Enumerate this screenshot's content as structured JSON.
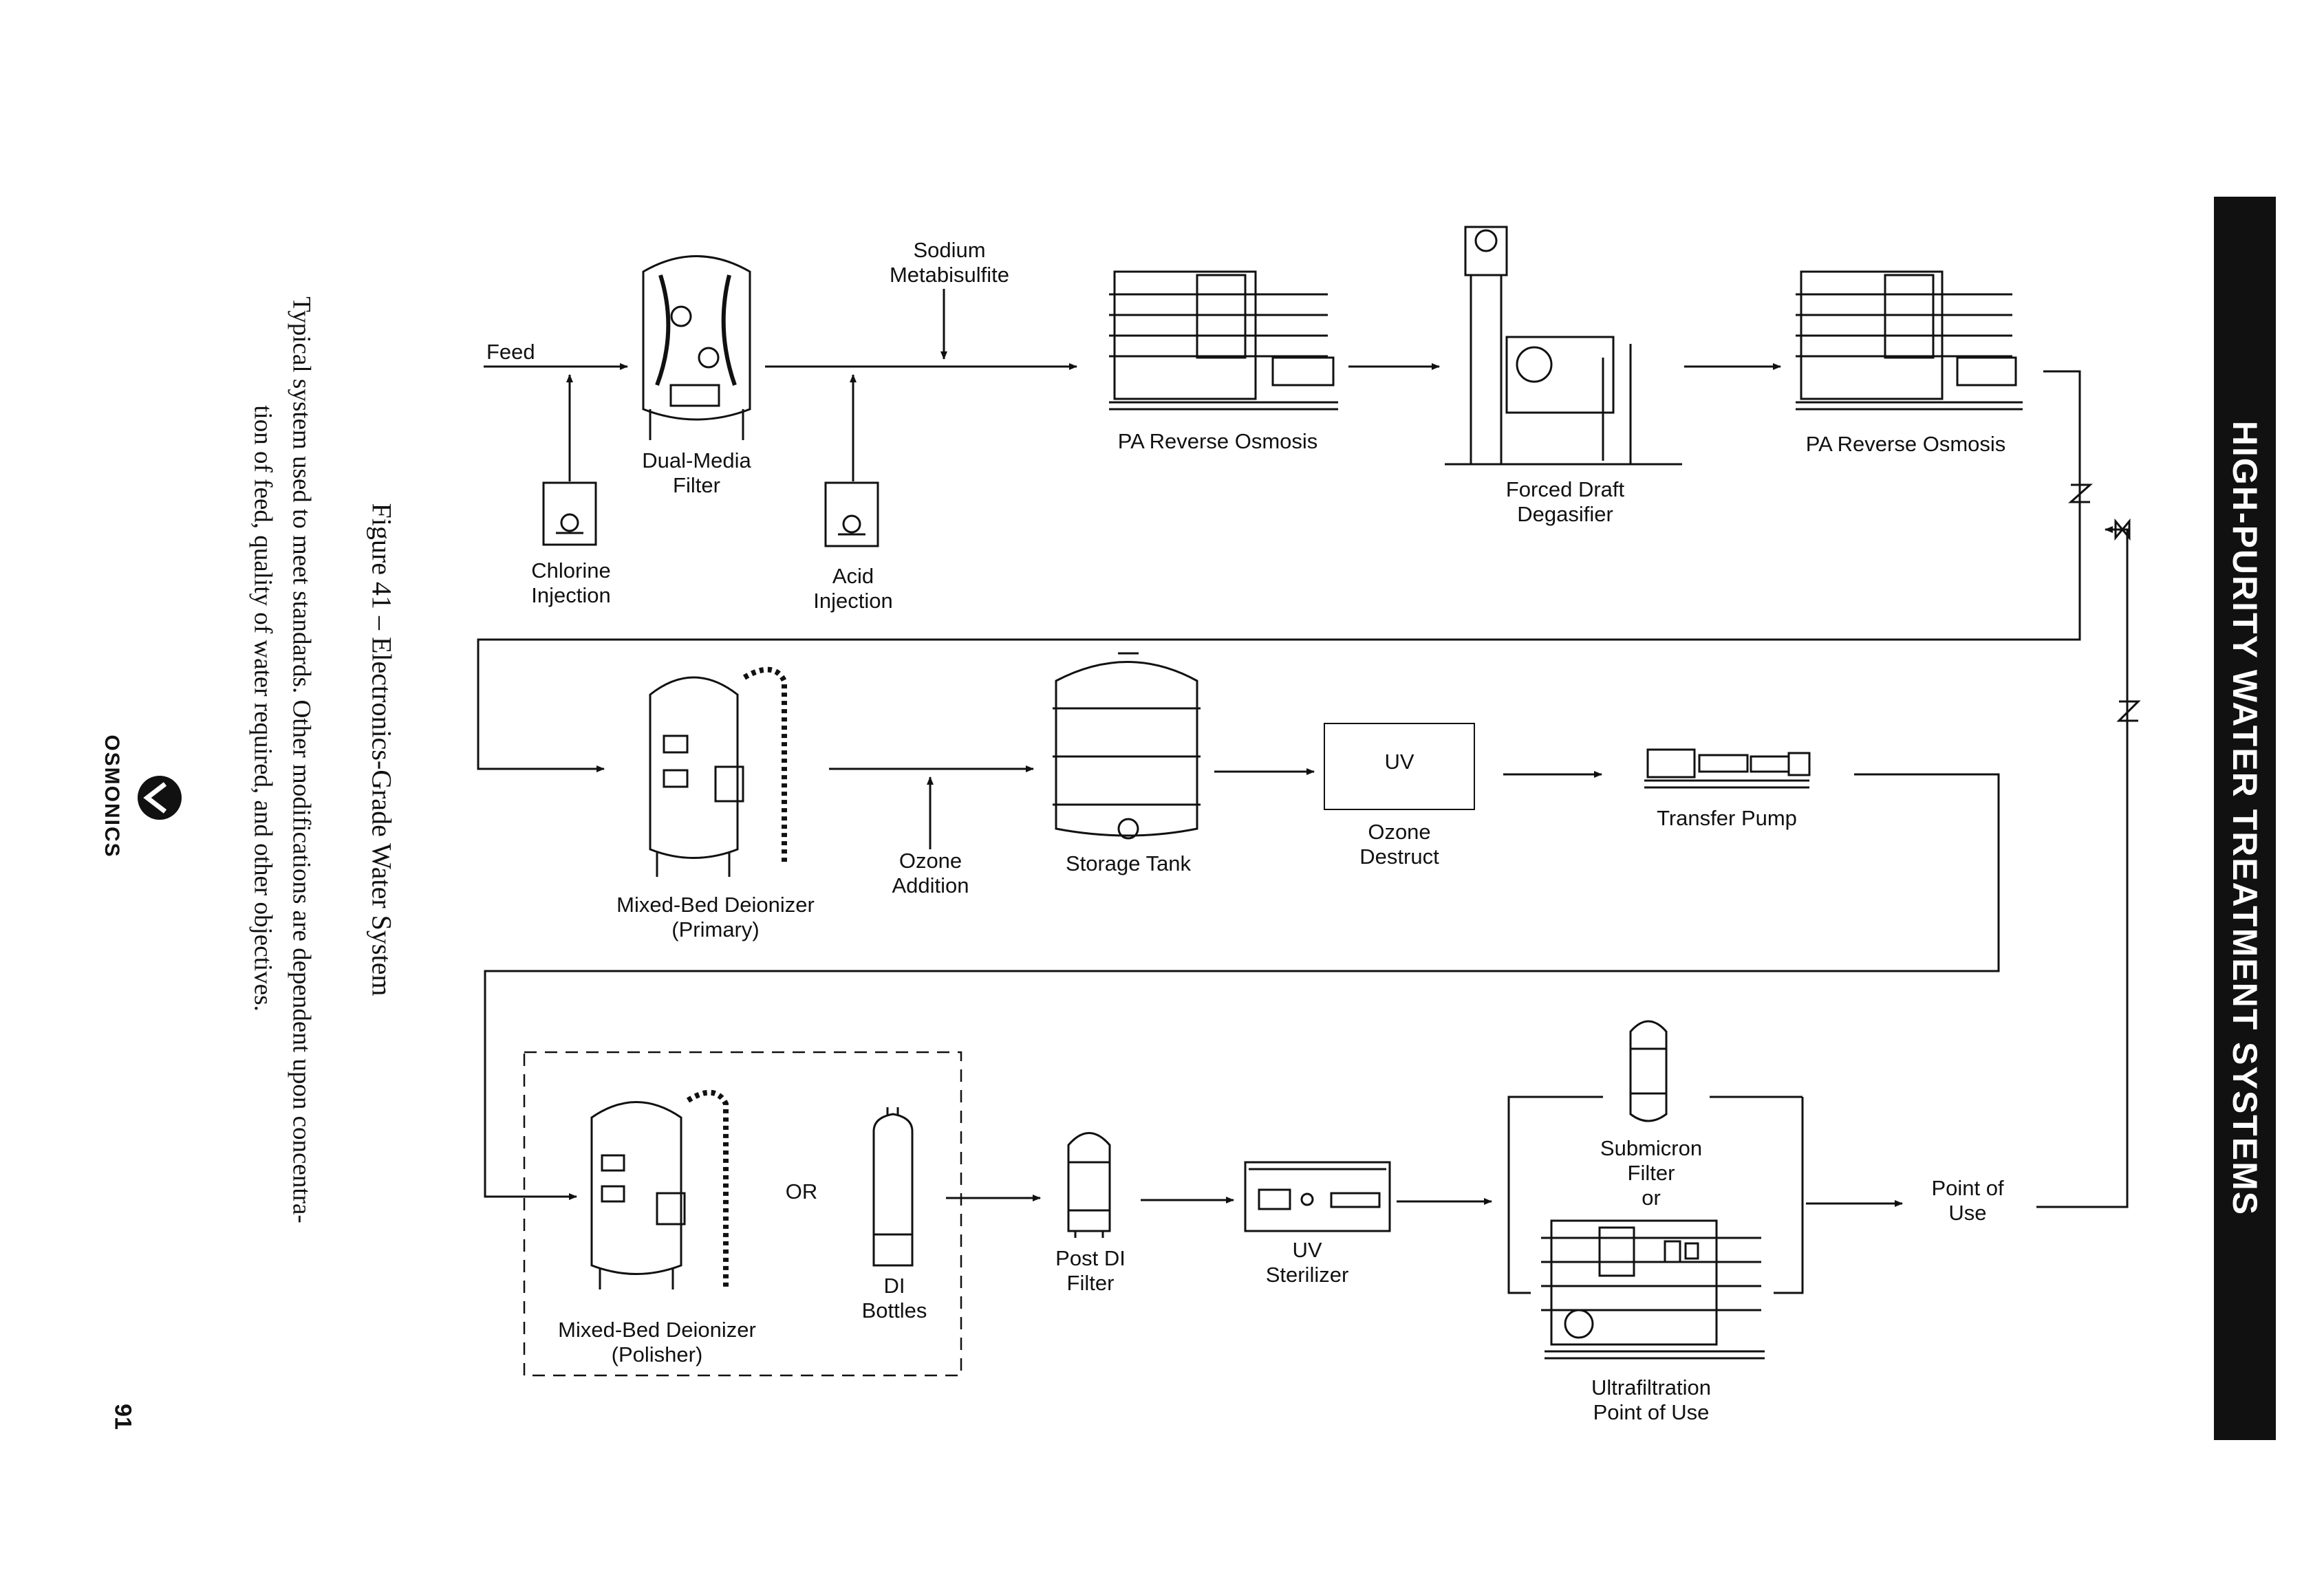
{
  "section_title": "HIGH-PURITY WATER TREATMENT SYSTEMS",
  "figure_title": "Figure 41 – Electronics-Grade Water System",
  "caption_line1": "Typical system used to meet standards. Other modifications are dependent upon concentra-",
  "caption_line2": "tion of feed, quality of water required, and other objectives.",
  "brand": "OSMONICS",
  "page_number": "91",
  "labels": {
    "feed": "Feed",
    "dual_media_filter": [
      "Dual-Media",
      "Filter"
    ],
    "chlorine_injection": [
      "Chlorine",
      "Injection"
    ],
    "acid_injection": [
      "Acid",
      "Injection"
    ],
    "sodium_metabisulfite": [
      "Sodium",
      "Metabisulfite"
    ],
    "pa_reverse_osmosis_1": "PA Reverse Osmosis",
    "forced_draft_degasifier": [
      "Forced Draft",
      "Degasifier"
    ],
    "pa_reverse_osmosis_2": "PA Reverse Osmosis",
    "mixed_bed_primary": [
      "Mixed-Bed Deionizer",
      "(Primary)"
    ],
    "ozone_addition": [
      "Ozone",
      "Addition"
    ],
    "storage_tank": "Storage Tank",
    "uv_box": "UV",
    "ozone_destruct": [
      "Ozone",
      "Destruct"
    ],
    "transfer_pump": "Transfer Pump",
    "mixed_bed_polisher": [
      "Mixed-Bed Deionizer",
      "(Polisher)"
    ],
    "or_label": "OR",
    "di_bottles": [
      "DI",
      "Bottles"
    ],
    "post_di_filter": [
      "Post DI",
      "Filter"
    ],
    "uv_sterilizer": [
      "UV",
      "Sterilizer"
    ],
    "submicron_filter": [
      "Submicron",
      "Filter",
      "or"
    ],
    "ultrafiltration": [
      "Ultrafiltration",
      "Point of Use"
    ],
    "point_of_use": [
      "Point of",
      "Use"
    ]
  }
}
